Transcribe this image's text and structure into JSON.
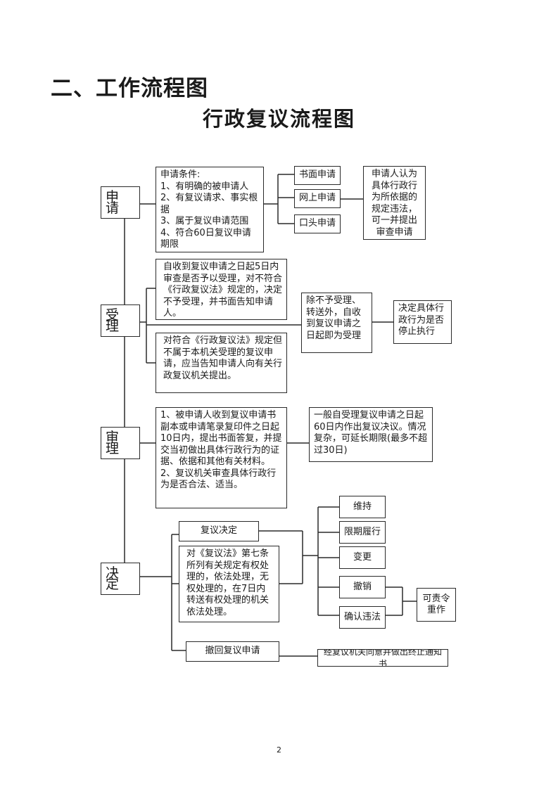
{
  "page": {
    "section_heading": "二、工作流程图",
    "page_number": "2"
  },
  "flowchart": {
    "title": "行政复议流程图",
    "stages": {
      "apply": "申请",
      "accept": "受理",
      "review": "审理",
      "decide": "决定"
    },
    "apply": {
      "conditions": "申请条件:\n1、有明确的被申请人\n2、有复议请求、事实根据\n3、属于复议申请范围\n4、符合60日复议申请期限",
      "methods": [
        "书面申请",
        "网上申请",
        "口头申请"
      ],
      "note": "申请人认为具体行政行为所依据的规定违法，可一并提出审查申请"
    },
    "accept": {
      "review_period": "自收到复议申请之日起5日内审查是否予以受理，对不符合《行政复议法》规定的，决定不予受理，并书面告知申请人。",
      "default_accept": "除不予受理、转送外，自收到复议申请之日起即为受理",
      "suspension": "决定具体行政行为是否停止执行",
      "redirect": "对符合《行政复议法》规定但不属于本机关受理的复议申请，应当告知申请人向有关行政复议机关提出。"
    },
    "review": {
      "process": "1、被申请人收到复议申请书副本或申请笔录复印件之日起10日内，提出书面答复，并提交当初做出具体行政行为的证据、依据和其他有关材料。\n2、复议机关审查具体行政行为是否合法、适当。",
      "deadline": "一般自受理复议申请之日起60日内作出复议决议。情况复杂，可延长期限(最多不超过30日)"
    },
    "decide": {
      "decision": "复议决定",
      "transfer": "对《复议法》第七条所列有关规定有权处理的，依法处理，无权处理的，在7日内转送有权处理的机关依法处理。",
      "outcomes": [
        "维持",
        "限期履行",
        "变更",
        "撤销",
        "确认违法"
      ],
      "redo": "可责令重作",
      "withdraw": "撤回复议申请",
      "termination": "经复议机关同意并做出终止通知书"
    }
  }
}
